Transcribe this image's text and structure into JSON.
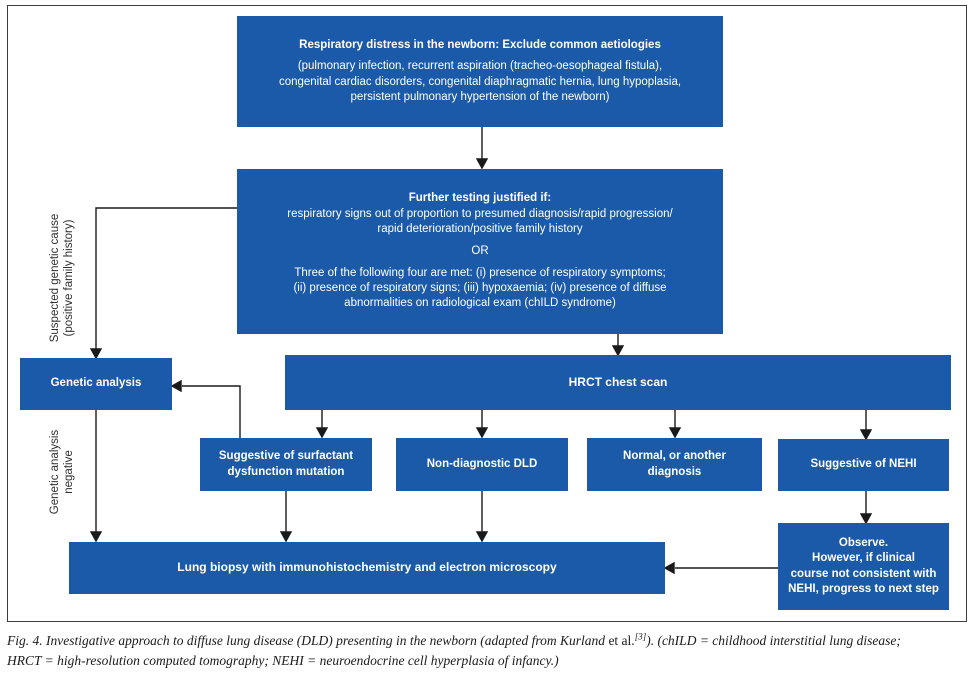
{
  "colors": {
    "box_blue": "#1b5aa8",
    "box_text": "#ffffff",
    "arrow_black": "#1a1a1a",
    "border_gray": "#3c3c3c"
  },
  "flowchart": {
    "exclude_box": {
      "title": "Respiratory distress in the newborn: Exclude common aetiologies",
      "body": "(pulmonary infection, recurrent aspiration (tracheo-oesophageal fistula),\ncongenital cardiac disorders, congenital diaphragmatic hernia, lung hypoplasia,\npersistent pulmonary hypertension of the newborn)"
    },
    "further_box": {
      "title": "Further testing justified if:",
      "criteria_a": "respiratory signs out of proportion to presumed diagnosis/rapid progression/\nrapid deterioration/positive family history",
      "or": "OR",
      "criteria_b": "Three of the following four are met: (i) presence of respiratory symptoms;\n(ii) presence of respiratory signs; (iii) hypoxaemia; (iv) presence of diffuse\nabnormalities on radiological exam (chILD syndrome)"
    },
    "genetic_box": "Genetic analysis",
    "hrct_box": "HRCT chest scan",
    "surfactant_box": "Suggestive of surfactant\ndysfunction mutation",
    "dld_box": "Non-diagnostic DLD",
    "normal_box": "Normal, or another\ndiagnosis",
    "nehi_box": "Suggestive of NEHI",
    "observe_box": "Observe.\nHowever, if clinical\ncourse not consistent with\nNEHI, progress to next step",
    "biopsy_box": "Lung biopsy with immunohistochemistry and electron microscopy",
    "side_label_suspected": "Suspected genetic cause\n(positive family history)",
    "side_label_negative": "Genetic analysis\nnegative"
  },
  "caption": {
    "part1": "Fig. 4. Investigative approach to diffuse lung disease (DLD) presenting in the newborn (adapted from Kurland ",
    "et_al": "et al.",
    "ref_sup": "[3]",
    "part2": "). (chILD = childhood interstitial lung disease;",
    "line2": "HRCT = high-resolution computed tomography; NEHI = neuroendocrine cell hyperplasia of infancy.)"
  }
}
